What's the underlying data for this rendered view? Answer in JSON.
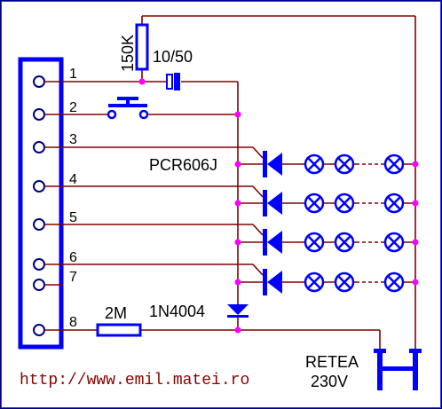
{
  "pins": [
    {
      "label": "1"
    },
    {
      "label": "2"
    },
    {
      "label": "3"
    },
    {
      "label": "4"
    },
    {
      "label": "5"
    },
    {
      "label": "6"
    },
    {
      "label": "7"
    },
    {
      "label": "8"
    }
  ],
  "components": {
    "resistor_top": "150K",
    "capacitor": "10/50",
    "triac": "PCR606J",
    "diode": "1N4004",
    "resistor_bottom": "2M",
    "mains_line1": "RETEA",
    "mains_line2": "230V"
  },
  "footer": {
    "url": "http://www.emil.matei.ro"
  },
  "colors": {
    "wire": "#800000",
    "component": "#0000ff",
    "junction": "#ff00ff",
    "background": "#000080",
    "url_text": "#8b0000"
  },
  "icons": [
    "connector-pin-icon",
    "push-button-icon",
    "triac-icon",
    "lamp-icon",
    "diode-icon",
    "resistor-icon",
    "capacitor-icon",
    "plug-icon"
  ]
}
